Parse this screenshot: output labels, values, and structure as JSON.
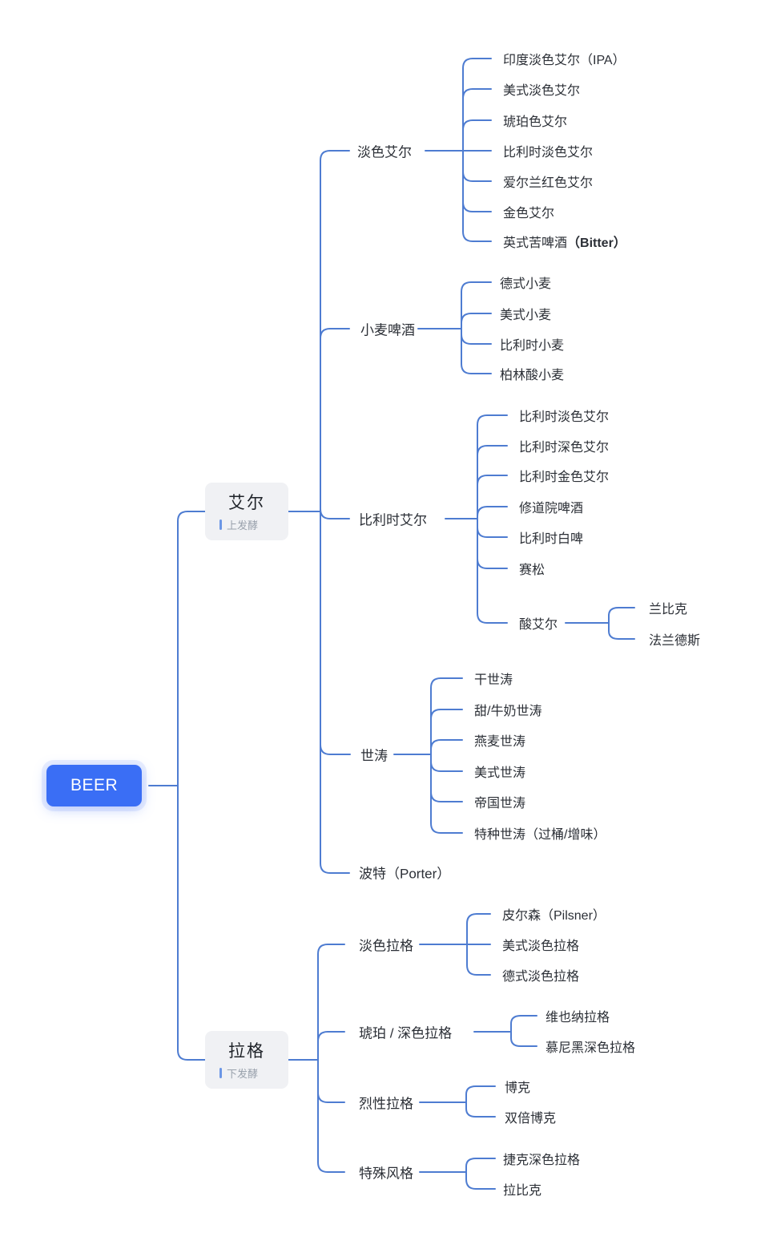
{
  "root": {
    "label": "BEER"
  },
  "ale": {
    "label": "艾尔",
    "subtitle": "上发酵",
    "groups": {
      "pale_ale": {
        "label": "淡色艾尔",
        "children": [
          {
            "label": "印度淡色艾尔（IPA）"
          },
          {
            "label": "美式淡色艾尔"
          },
          {
            "label": "琥珀色艾尔"
          },
          {
            "label": "比利时淡色艾尔"
          },
          {
            "label": "爱尔兰红色艾尔"
          },
          {
            "label": "金色艾尔"
          },
          {
            "label": "英式苦啤酒",
            "bold": "（Bitter）"
          }
        ]
      },
      "wheat": {
        "label": "小麦啤酒",
        "children": [
          {
            "label": "德式小麦"
          },
          {
            "label": "美式小麦"
          },
          {
            "label": "比利时小麦"
          },
          {
            "label": "柏林酸小麦"
          }
        ]
      },
      "belgian": {
        "label": "比利时艾尔",
        "children": [
          {
            "label": "比利时淡色艾尔"
          },
          {
            "label": "比利时深色艾尔"
          },
          {
            "label": "比利时金色艾尔"
          },
          {
            "label": "修道院啤酒"
          },
          {
            "label": "比利时白啤"
          },
          {
            "label": "赛松"
          },
          {
            "label": "酸艾尔",
            "children": [
              {
                "label": "兰比克"
              },
              {
                "label": "法兰德斯"
              }
            ]
          }
        ]
      },
      "stout": {
        "label": "世涛",
        "children": [
          {
            "label": "干世涛"
          },
          {
            "label": "甜/牛奶世涛"
          },
          {
            "label": "燕麦世涛"
          },
          {
            "label": "美式世涛"
          },
          {
            "label": "帝国世涛"
          },
          {
            "label": "特种世涛（过桶/增味）"
          }
        ]
      },
      "porter": {
        "label": "波特（Porter）"
      }
    }
  },
  "lager": {
    "label": "拉格",
    "subtitle": "下发酵",
    "groups": {
      "pale_lager": {
        "label": "淡色拉格",
        "children": [
          {
            "label": "皮尔森（Pilsner）"
          },
          {
            "label": "美式淡色拉格"
          },
          {
            "label": "德式淡色拉格"
          }
        ]
      },
      "amber_dark": {
        "label": "琥珀 / 深色拉格",
        "children": [
          {
            "label": "维也纳拉格"
          },
          {
            "label": "慕尼黑深色拉格"
          }
        ]
      },
      "strong": {
        "label": "烈性拉格",
        "children": [
          {
            "label": "博克"
          },
          {
            "label": "双倍博克"
          }
        ]
      },
      "special": {
        "label": "特殊风格",
        "children": [
          {
            "label": "捷克深色拉格"
          },
          {
            "label": "拉比克"
          }
        ]
      }
    }
  },
  "colors": {
    "accent": "#3a6ef5",
    "root_text": "#ffffff",
    "line": "#4e7cd1",
    "box_bg": "#f0f1f4",
    "title": "#1f2329",
    "subtitle": "#9aa2ad",
    "subtitle_bar": "#6b96e6",
    "text": "#2b2f36",
    "canvas_bg": "#ffffff"
  }
}
